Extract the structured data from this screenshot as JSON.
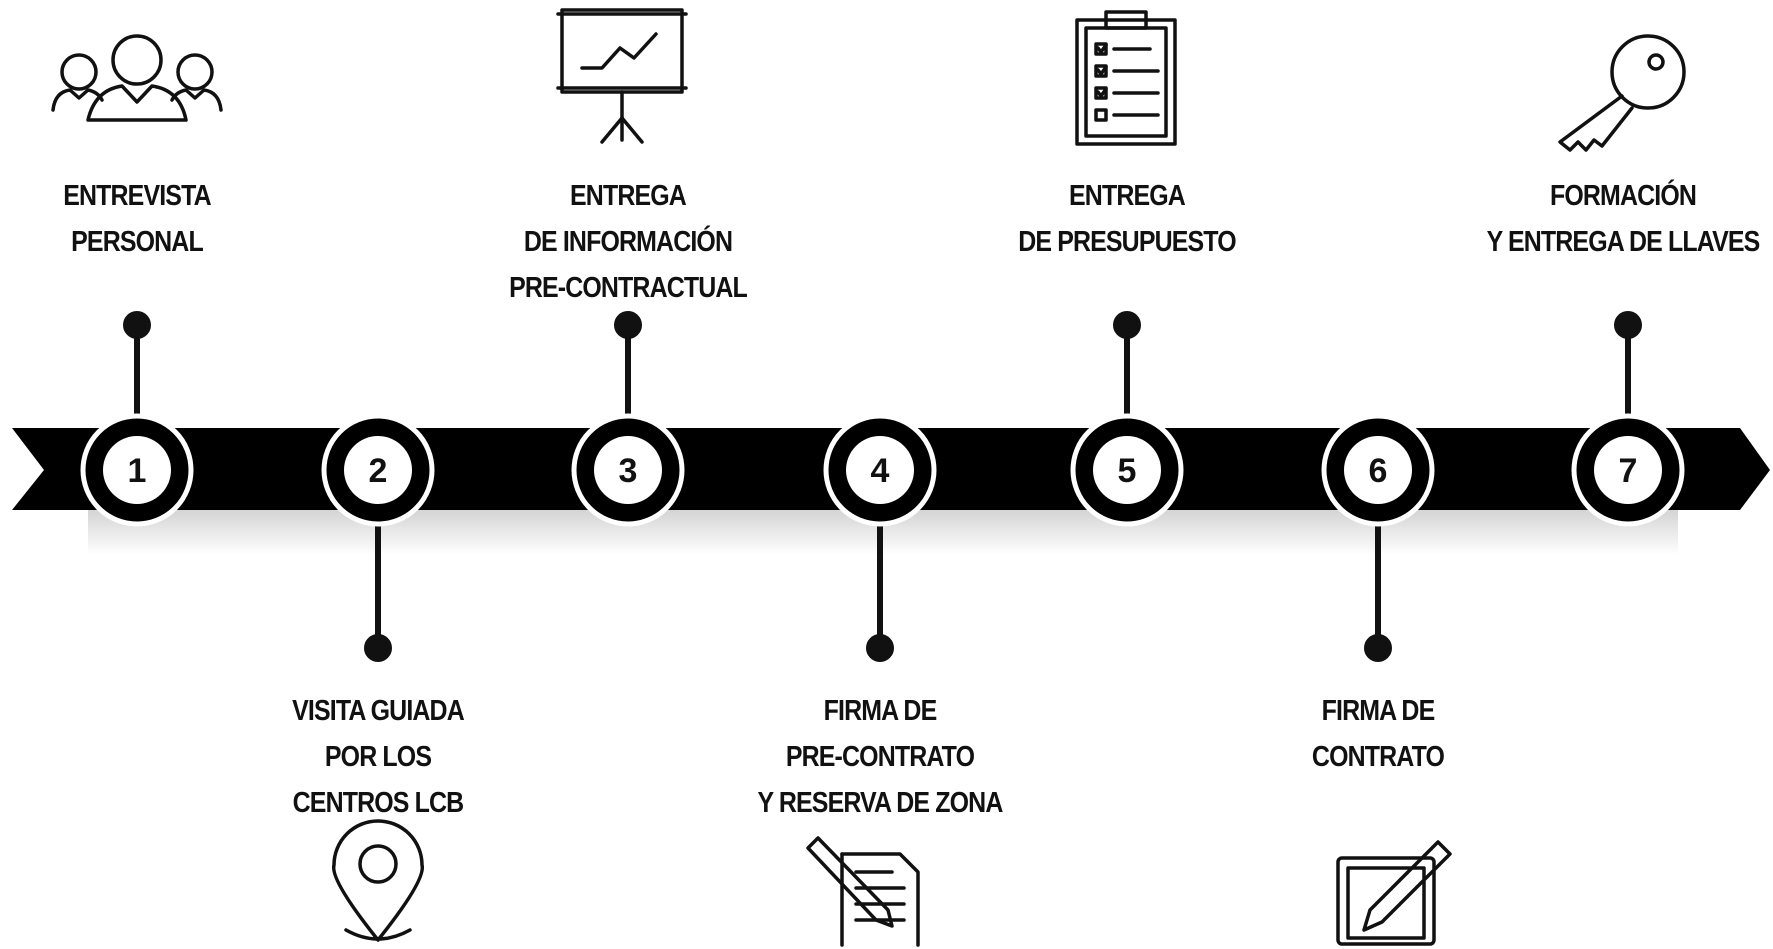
{
  "steps": [
    {
      "number": "1",
      "lines": [
        "ENTREVISTA",
        "PERSONAL"
      ],
      "icon": "people-group-icon"
    },
    {
      "number": "2",
      "lines": [
        "VISITA GUIADA",
        "POR LOS",
        "CENTROS LCB"
      ],
      "icon": "location-pin-icon"
    },
    {
      "number": "3",
      "lines": [
        "ENTREGA",
        "DE INFORMACIÓN",
        "PRE-CONTRACTUAL"
      ],
      "icon": "presentation-board-icon"
    },
    {
      "number": "4",
      "lines": [
        "FIRMA DE",
        "PRE-CONTRATO",
        "Y RESERVA DE ZONA"
      ],
      "icon": "document-pencil-icon"
    },
    {
      "number": "5",
      "lines": [
        "ENTREGA",
        "DE PRESUPUESTO"
      ],
      "icon": "checklist-clipboard-icon"
    },
    {
      "number": "6",
      "lines": [
        "FIRMA DE",
        "CONTRATO"
      ],
      "icon": "edit-square-icon"
    },
    {
      "number": "7",
      "lines": [
        "FORMACIÓN",
        "Y ENTREGA DE LLAVES"
      ],
      "icon": "key-icon"
    }
  ],
  "colors": {
    "bar": "#000000",
    "ink": "#111111",
    "shadow": "#cfcfcf"
  }
}
